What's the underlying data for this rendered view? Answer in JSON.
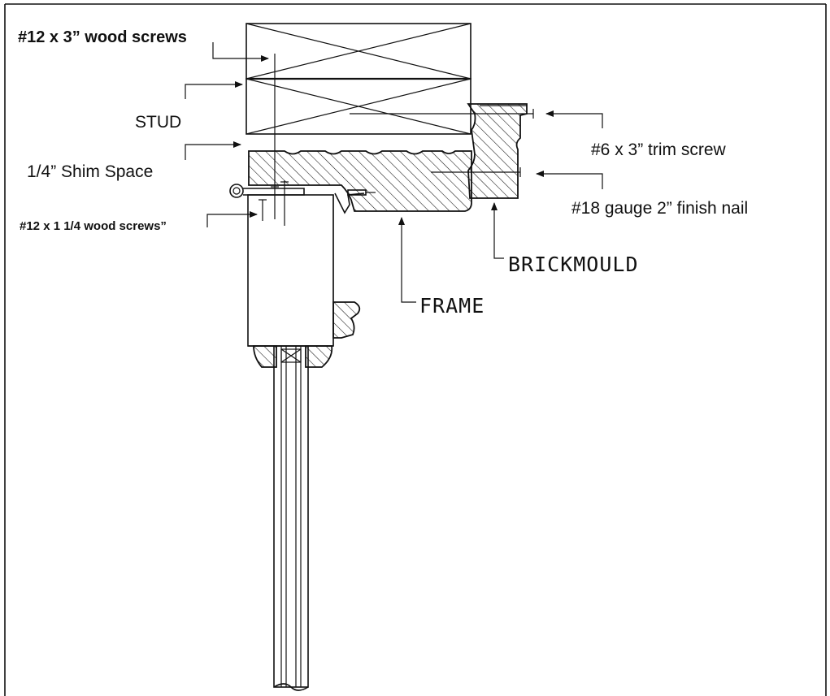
{
  "labels": {
    "wood_screws_top": "#12 x 3” wood screws",
    "stud": "STUD",
    "shim_space": "1/4” Shim Space",
    "wood_screws_bottom": "#12 x 1 1/4 wood screws”",
    "trim_screw": "#6 x 3” trim screw",
    "finish_nail": "#18 gauge 2” finish nail",
    "brickmould": "BRICKMOULD",
    "frame": "FRAME"
  }
}
